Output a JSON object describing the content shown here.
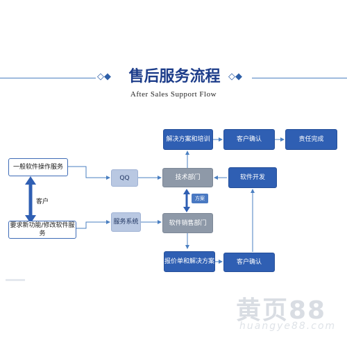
{
  "header": {
    "title_cn": "售后服务流程",
    "title_en": "After Sales Support Flow",
    "ornament": "◇◆"
  },
  "nodes": {
    "general_ops": "一般软件操作服务",
    "new_features": "要求新功能/修改软件服务",
    "customer_label": "客户",
    "qq": "QQ",
    "service_system": "服务系统",
    "tech_dept": "技术部门",
    "sales_dept": "软件销售部门",
    "plan_tag": "方案",
    "solution_training": "解决方案和培训",
    "customer_confirm_top": "客户确认",
    "done": "责任完成",
    "software_dev": "软件开发",
    "quote_solution": "报价单和解决方案",
    "customer_confirm_bottom": "客户确认"
  },
  "watermark": {
    "main": "黄页88",
    "sub": "huangye88.com"
  },
  "colors": {
    "primary": "#2f5fb3",
    "gray": "#8e99a8",
    "light": "#b9c8e2",
    "line": "#4a7fc1"
  }
}
